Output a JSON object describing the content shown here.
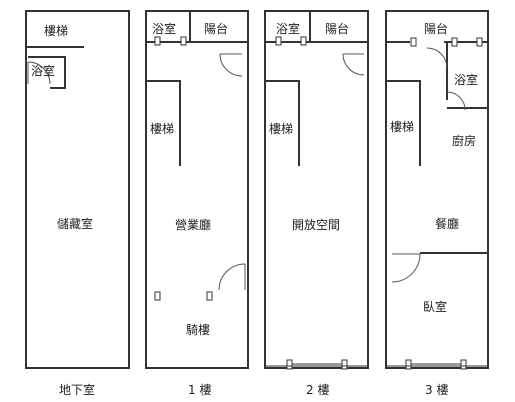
{
  "floors": {
    "basement": {
      "caption": "地下室",
      "stairs": "樓梯",
      "bath": "浴室",
      "storage": "儲藏室"
    },
    "f1": {
      "caption": "1 樓",
      "bath": "浴室",
      "balcony": "陽台",
      "stairs": "樓梯",
      "hall": "營業廳",
      "arcade": "騎樓"
    },
    "f2": {
      "caption": "2 樓",
      "bath": "浴室",
      "balcony": "陽台",
      "stairs": "樓梯",
      "space": "開放空間"
    },
    "f3": {
      "caption": "3 樓",
      "balcony": "陽台",
      "bath": "浴室",
      "stairs": "樓梯",
      "kitchen": "廚房",
      "dining": "餐廳",
      "bedroom": "臥室"
    }
  }
}
